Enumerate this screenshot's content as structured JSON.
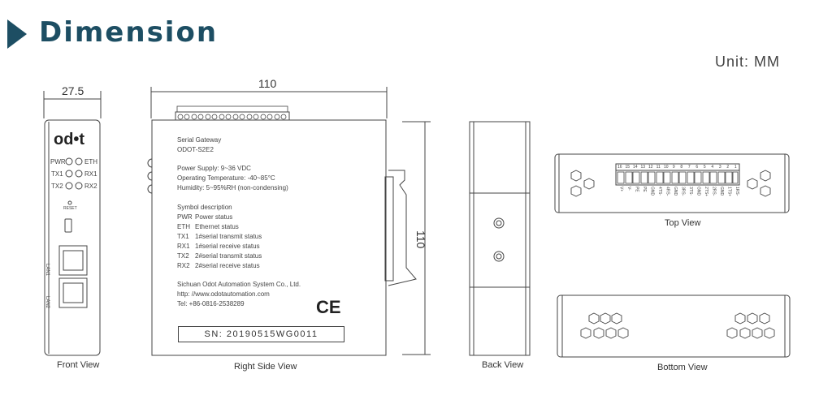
{
  "header": {
    "title": "Dimension",
    "unit": "Unit:  MM"
  },
  "dimensions": {
    "front_width": "27.5",
    "side_width": "110",
    "side_height": "110"
  },
  "front": {
    "logo": "od•t",
    "pwr": "PWR",
    "eth": "ETH",
    "tx1": "TX1",
    "rx1": "RX1",
    "tx2": "TX2",
    "rx2": "RX2",
    "reset": "RESET",
    "lan1": "LAN1",
    "lan2": "LAN2"
  },
  "side_label": {
    "product_lines": [
      "Serial Gateway",
      "ODOT-S2E2"
    ],
    "spec_lines": [
      "Power Supply: 9~36 VDC",
      "Operating Temperature: -40~85°C",
      "Humidity: 5~95%RH (non-condensing)"
    ],
    "symbol_title": "Symbol description",
    "symbols": [
      {
        "code": "PWR",
        "desc": "Power status"
      },
      {
        "code": "ETH",
        "desc": "Ethernet status"
      },
      {
        "code": "TX1",
        "desc": "1#serial transmit status"
      },
      {
        "code": "RX1",
        "desc": "1#serial receive status"
      },
      {
        "code": "TX2",
        "desc": "2#serial transmit status"
      },
      {
        "code": "RX2",
        "desc": "2#serial receive status"
      }
    ],
    "company_lines": [
      "Sichuan Odot Automation System Co., Ltd.",
      "http: //www.odotautomation.com",
      "Tel: +86-0816-2538289"
    ],
    "ce": "CE",
    "serial": "SN: 20190515WG0011"
  },
  "top_view": {
    "pin_numbers": [
      "16",
      "15",
      "14",
      "13",
      "12",
      "11",
      "10",
      "9",
      "8",
      "7",
      "6",
      "5",
      "4",
      "3",
      "2",
      "1"
    ],
    "pin_labels": [
      "V+",
      "V-",
      "PE",
      "PE",
      "GND",
      "4TS-",
      "4RS-",
      "GND",
      "3RS-",
      "3TS-",
      "GND",
      "2TS+",
      "2RS-",
      "GND",
      "1TS+",
      "1RS-"
    ]
  },
  "captions": {
    "front": "Front View",
    "right": "Right Side View",
    "back": "Back View",
    "top": "Top View",
    "bottom": "Bottom View"
  }
}
